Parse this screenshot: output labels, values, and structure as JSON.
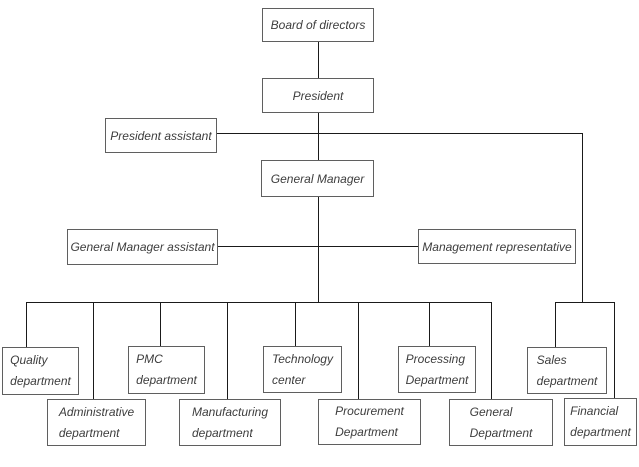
{
  "colors": {
    "background": "#ffffff",
    "box_border": "#5f5f5f",
    "connector_line": "#1a1a1a",
    "text": "#3d3d3d"
  },
  "nodes": {
    "board_of_directors": {
      "label": "Board of directors"
    },
    "president": {
      "label": "President"
    },
    "president_assistant": {
      "label": "President assistant"
    },
    "general_manager": {
      "label": "General Manager"
    },
    "general_manager_assistant": {
      "label": "General Manager assistant"
    },
    "management_representative": {
      "label": "Management representative"
    },
    "quality_department": {
      "line1": "Quality",
      "line2": "department"
    },
    "administrative_department": {
      "line1": "Administrative",
      "line2": "department"
    },
    "pmc_department": {
      "line1": "PMC",
      "line2": "department"
    },
    "manufacturing_department": {
      "line1": "Manufacturing",
      "line2": "department"
    },
    "technology_center": {
      "line1": "Technology",
      "line2": "center"
    },
    "procurement_department": {
      "line1": "Procurement",
      "line2": "Department"
    },
    "processing_department": {
      "line1": "Processing",
      "line2": "Department"
    },
    "general_department": {
      "line1": "General",
      "line2": "Department"
    },
    "sales_department": {
      "line1": "Sales",
      "line2": "department"
    },
    "financial_department": {
      "line1": "Financial",
      "line2": "department"
    }
  }
}
